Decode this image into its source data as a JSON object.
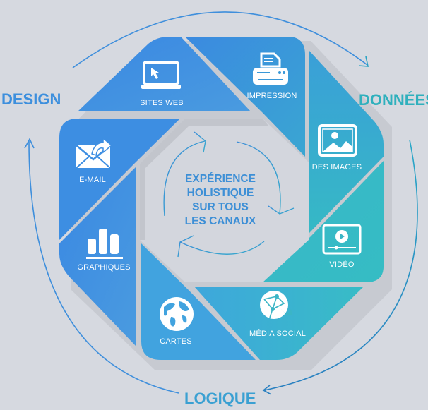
{
  "outer_labels": {
    "design": "DESIGN",
    "donnees": "DONNÉES",
    "logique": "LOGIQUE"
  },
  "center": {
    "lines": [
      "EXPÉRIENCE",
      "HOLISTIQUE",
      "SUR TOUS",
      "LES CANAUX"
    ]
  },
  "blades": [
    {
      "id": "sites-web",
      "label": "SITES WEB",
      "icon": "laptop-cursor-icon"
    },
    {
      "id": "impression",
      "label": "IMPRESSION",
      "icon": "printer-icon"
    },
    {
      "id": "des-images",
      "label": "DES IMAGES",
      "icon": "image-icon"
    },
    {
      "id": "video",
      "label": "VIDÉO",
      "icon": "video-player-icon"
    },
    {
      "id": "media-social",
      "label": "MÉDIA SOCIAL",
      "icon": "social-network-globe-icon"
    },
    {
      "id": "cartes",
      "label": "CARTES",
      "icon": "world-globe-icon"
    },
    {
      "id": "graphiques",
      "label": "GRAPHIQUES",
      "icon": "bar-chart-icon"
    },
    {
      "id": "e-mail",
      "label": "E-MAIL",
      "icon": "envelope-forward-icon"
    }
  ],
  "colors": {
    "background": "#d6d9e0",
    "blue": "#3f8fe0",
    "teal": "#38b8c6",
    "label_blue": "#3d8fd6",
    "label_teal": "#2fb0bd"
  }
}
